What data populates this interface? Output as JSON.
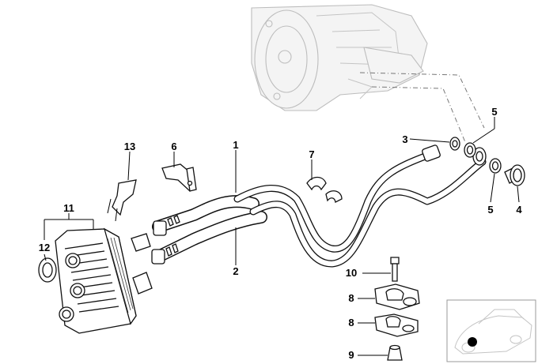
{
  "diagram": {
    "callouts": [
      {
        "id": "c1",
        "label": "1"
      },
      {
        "id": "c2",
        "label": "2"
      },
      {
        "id": "c3",
        "label": "3"
      },
      {
        "id": "c4",
        "label": "4"
      },
      {
        "id": "c5a",
        "label": "5"
      },
      {
        "id": "c5b",
        "label": "5"
      },
      {
        "id": "c6",
        "label": "6"
      },
      {
        "id": "c7",
        "label": "7"
      },
      {
        "id": "c8a",
        "label": "8"
      },
      {
        "id": "c8b",
        "label": "8"
      },
      {
        "id": "c9",
        "label": "9"
      },
      {
        "id": "c10",
        "label": "10"
      },
      {
        "id": "c11",
        "label": "11"
      },
      {
        "id": "c12",
        "label": "12"
      },
      {
        "id": "c13",
        "label": "13"
      }
    ]
  }
}
